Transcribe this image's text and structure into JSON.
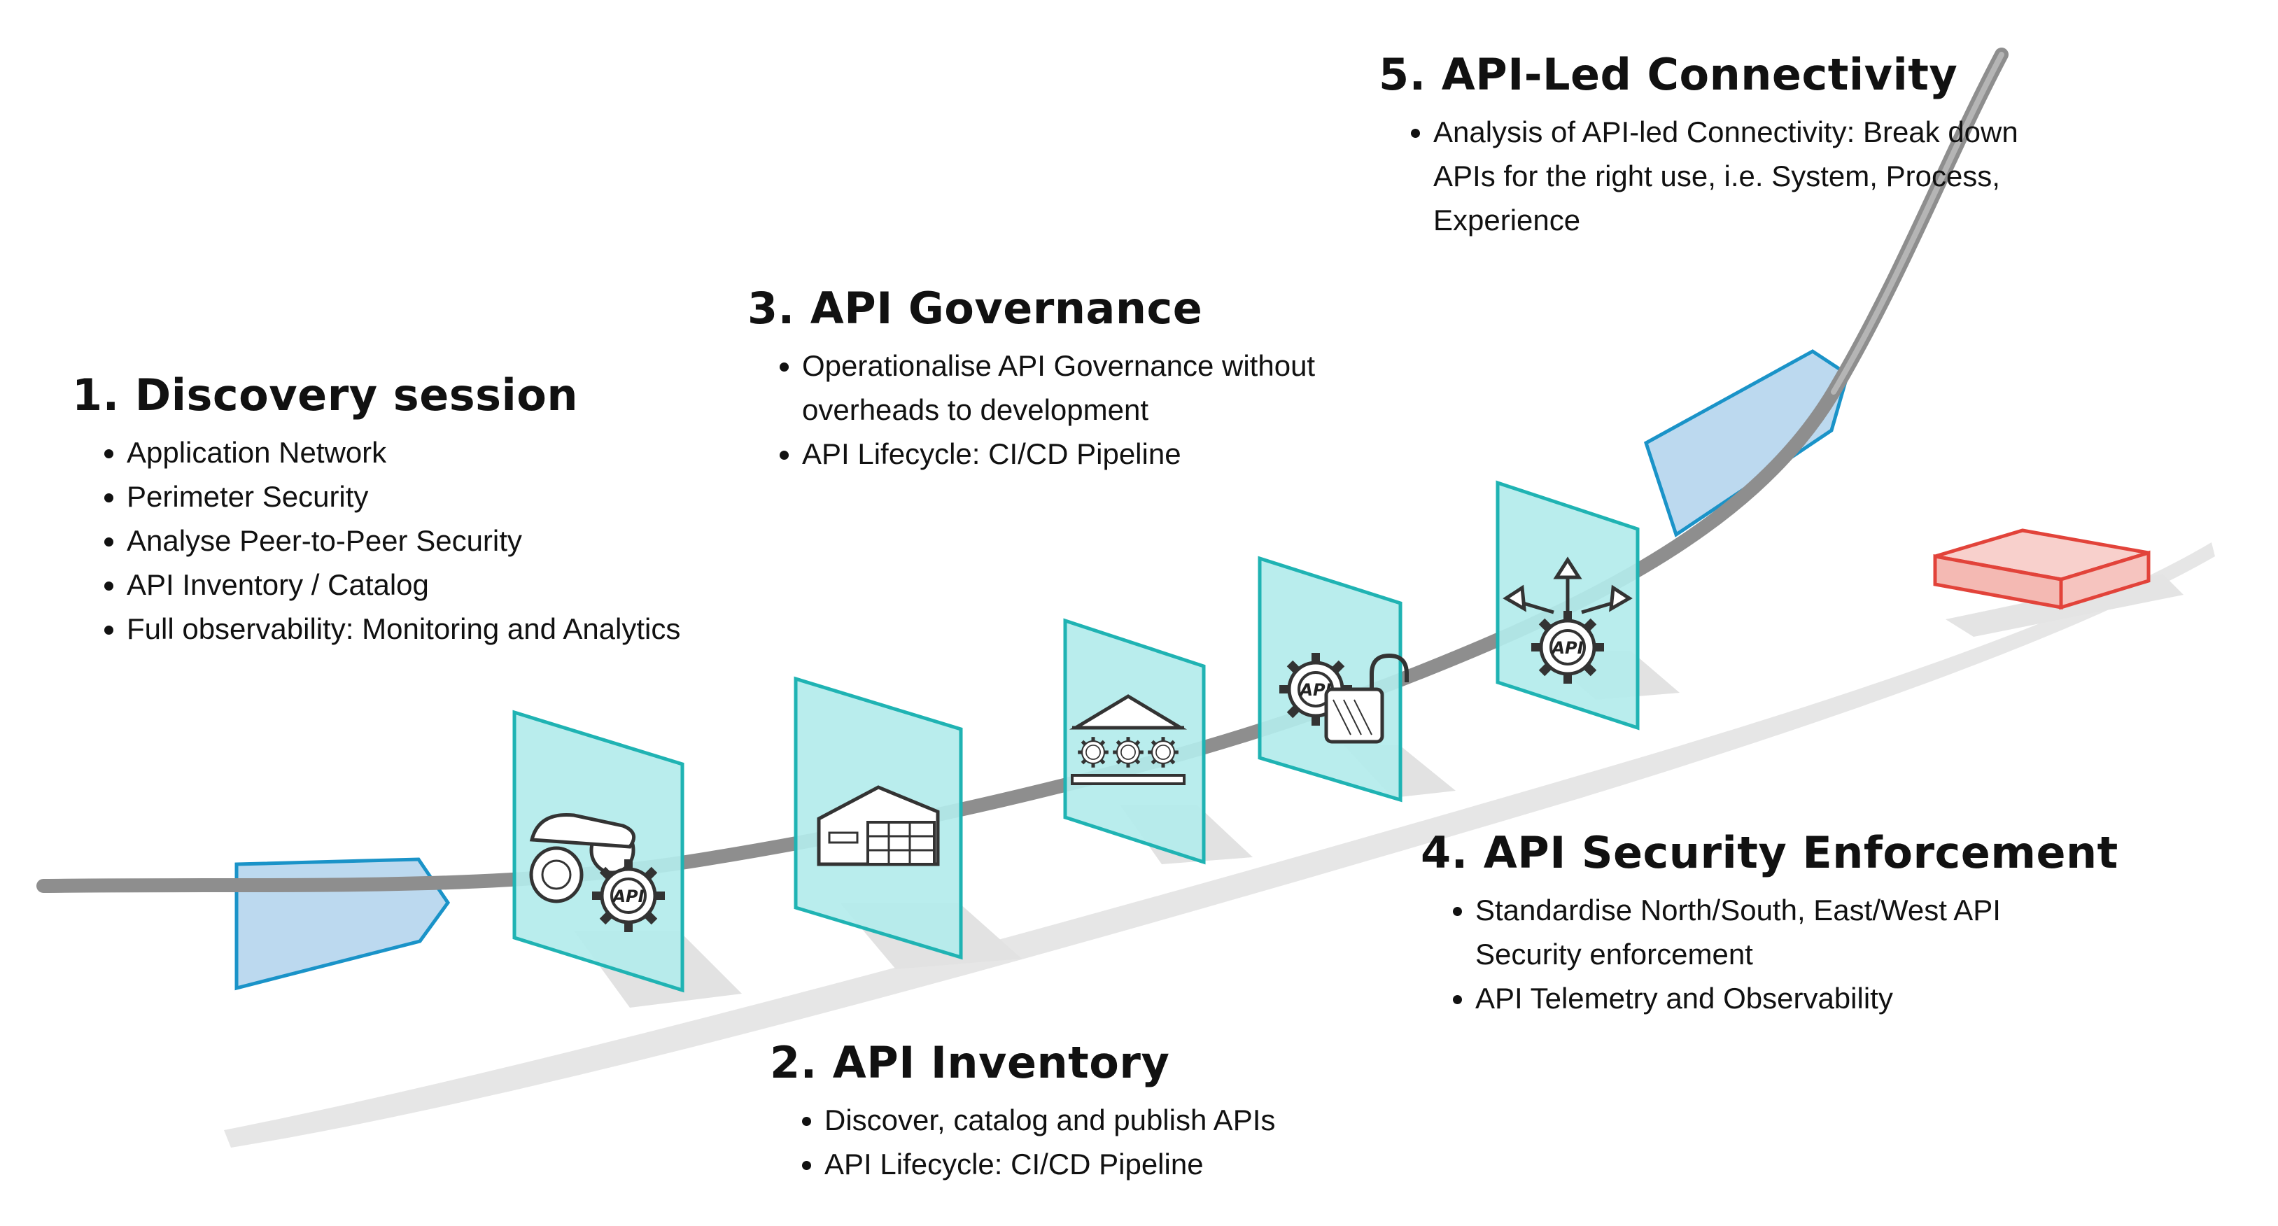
{
  "steps": [
    {
      "title": "1. Discovery session",
      "bullets": [
        "Application Network",
        "Perimeter Security",
        "Analyse Peer-to-Peer Security",
        "API Inventory / Catalog",
        "Full observability: Monitoring and Analytics"
      ]
    },
    {
      "title": "2. API Inventory",
      "bullets": [
        "Discover, catalog and publish APIs",
        "API Lifecycle: CI/CD Pipeline"
      ]
    },
    {
      "title": "3. API Governance",
      "bullets": [
        "Operationalise API Governance without overheads to development",
        "API Lifecycle: CI/CD Pipeline"
      ]
    },
    {
      "title": "4. API Security Enforcement",
      "bullets": [
        "Standardise North/South, East/West API Security enforcement",
        "API Telemetry and Observability"
      ]
    },
    {
      "title": "5. API-Led Connectivity",
      "bullets": [
        "Analysis of API-led Connectivity: Break down APIs for the right use, i.e. System, Process, Experience"
      ]
    }
  ],
  "icon_text": "API",
  "colors": {
    "panel_fill": "#b3ecec",
    "panel_stroke": "#1fb3b3",
    "arrow_fill": "#bcd9ef",
    "arrow_stroke": "#1a93c8",
    "path": "#8e8e8e",
    "shadow": "#e4e4e4",
    "goal_fill": "#f6c7c3",
    "goal_stroke": "#e2433a"
  }
}
